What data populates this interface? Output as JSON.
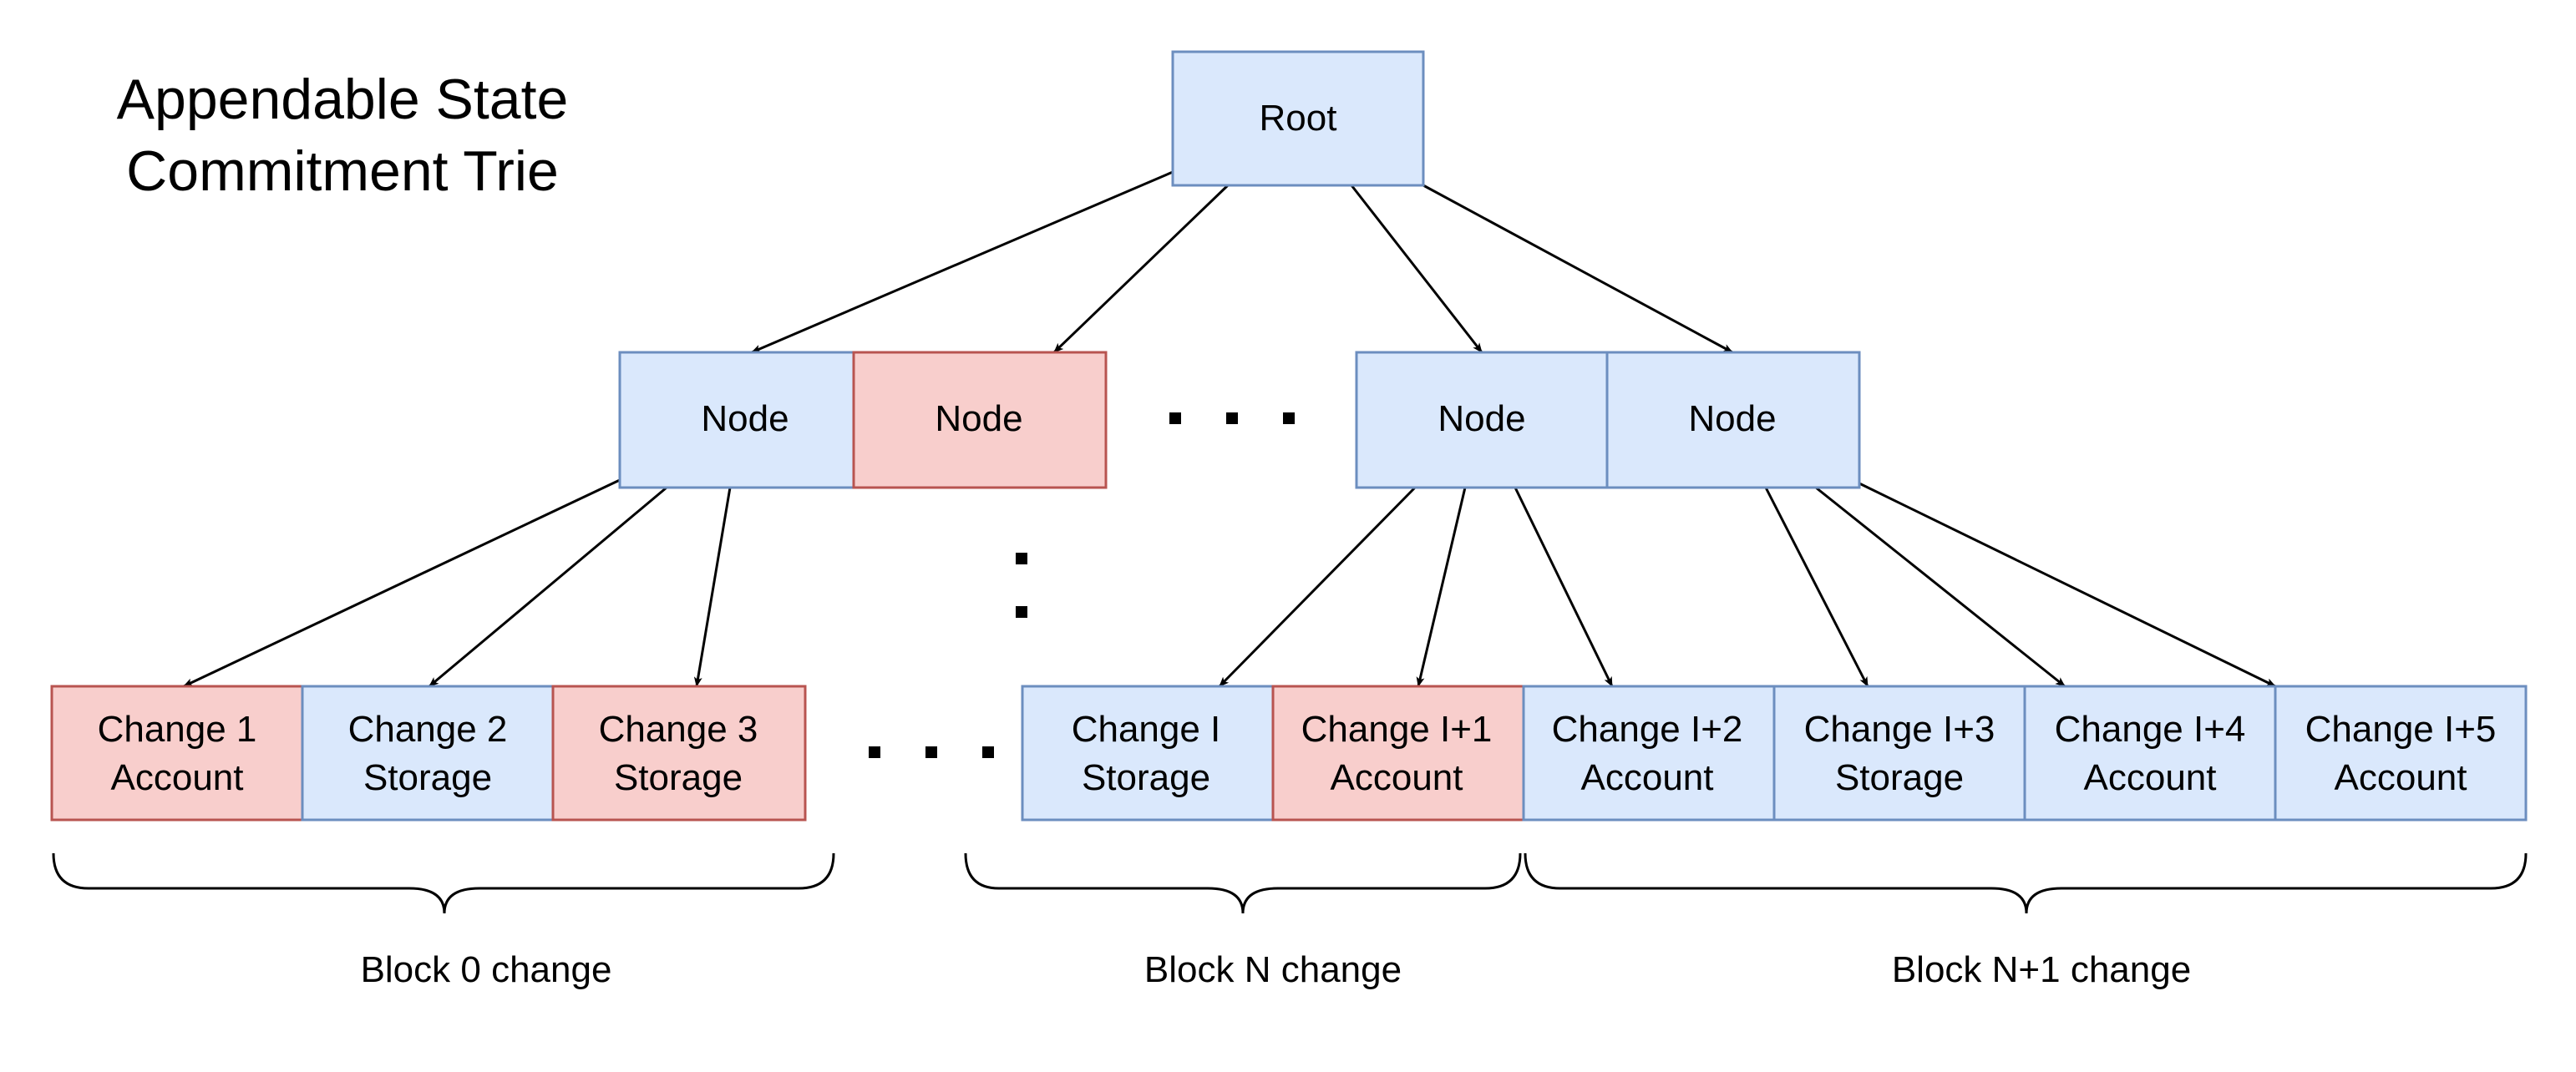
{
  "title": {
    "line1": "Appendable State",
    "line2": "Commitment Trie"
  },
  "colors": {
    "blue_fill": "#dae8fc",
    "blue_stroke": "#6c8ebf",
    "red_fill": "#f8cecc",
    "red_stroke": "#b85450",
    "line": "#000000"
  },
  "root": {
    "label": "Root",
    "state": "unchanged"
  },
  "nodes": [
    {
      "label": "Node",
      "state": "unchanged"
    },
    {
      "label": "Node",
      "state": "changed"
    },
    {
      "label": "Node",
      "state": "unchanged"
    },
    {
      "label": "Node",
      "state": "unchanged"
    }
  ],
  "leaves": [
    {
      "line1": "Change 1",
      "line2": "Account",
      "state": "changed"
    },
    {
      "line1": "Change 2",
      "line2": "Storage",
      "state": "unchanged"
    },
    {
      "line1": "Change 3",
      "line2": "Storage",
      "state": "changed"
    },
    {
      "line1": "Change I",
      "line2": "Storage",
      "state": "unchanged"
    },
    {
      "line1": "Change I+1",
      "line2": "Account",
      "state": "changed"
    },
    {
      "line1": "Change I+2",
      "line2": "Account",
      "state": "unchanged"
    },
    {
      "line1": "Change I+3",
      "line2": "Storage",
      "state": "unchanged"
    },
    {
      "line1": "Change I+4",
      "line2": "Account",
      "state": "unchanged"
    },
    {
      "line1": "Change I+5",
      "line2": "Account",
      "state": "unchanged"
    }
  ],
  "groups": [
    {
      "label": "Block 0 change"
    },
    {
      "label": "Block N change"
    },
    {
      "label": "Block N+1 change"
    }
  ]
}
